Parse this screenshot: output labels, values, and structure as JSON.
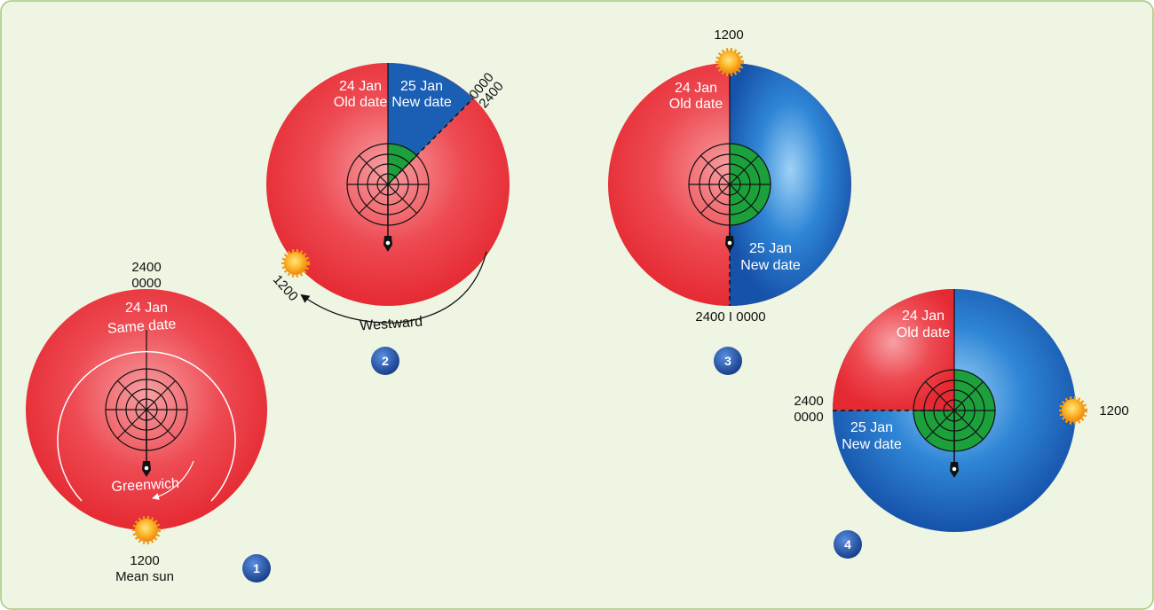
{
  "diagrams": [
    {
      "step": "1",
      "top_time": [
        "2400",
        "0000"
      ],
      "date": "24 Jan",
      "date_note": "Same date",
      "arc_label": "Greenwich",
      "sun_time": "1200",
      "sun_label": "Mean sun"
    },
    {
      "step": "2",
      "old_date": "24 Jan",
      "old_note": "Old date",
      "new_date": "25 Jan",
      "new_note": "New date",
      "line_times": [
        "0000",
        "2400"
      ],
      "sun_time": "1200",
      "direction": "Westward"
    },
    {
      "step": "3",
      "sun_time": "1200",
      "old_date": "24 Jan",
      "old_note": "Old date",
      "new_date": "25 Jan",
      "new_note": "New date",
      "line_time": "2400 I 0000"
    },
    {
      "step": "4",
      "old_date": "24 Jan",
      "old_note": "Old date",
      "new_date": "25 Jan",
      "new_note": "New date",
      "line_times": [
        "2400",
        "0000"
      ],
      "sun_time": "1200"
    }
  ],
  "colors": {
    "panel_bg": "#eef5e2",
    "panel_border": "#9fcc78",
    "old_date_red": "#ee3440",
    "new_date_blue": "#1a62b8",
    "polar_green": "#1ca03c",
    "sun": "#f7a81c",
    "badge": "#1f4fa0"
  }
}
